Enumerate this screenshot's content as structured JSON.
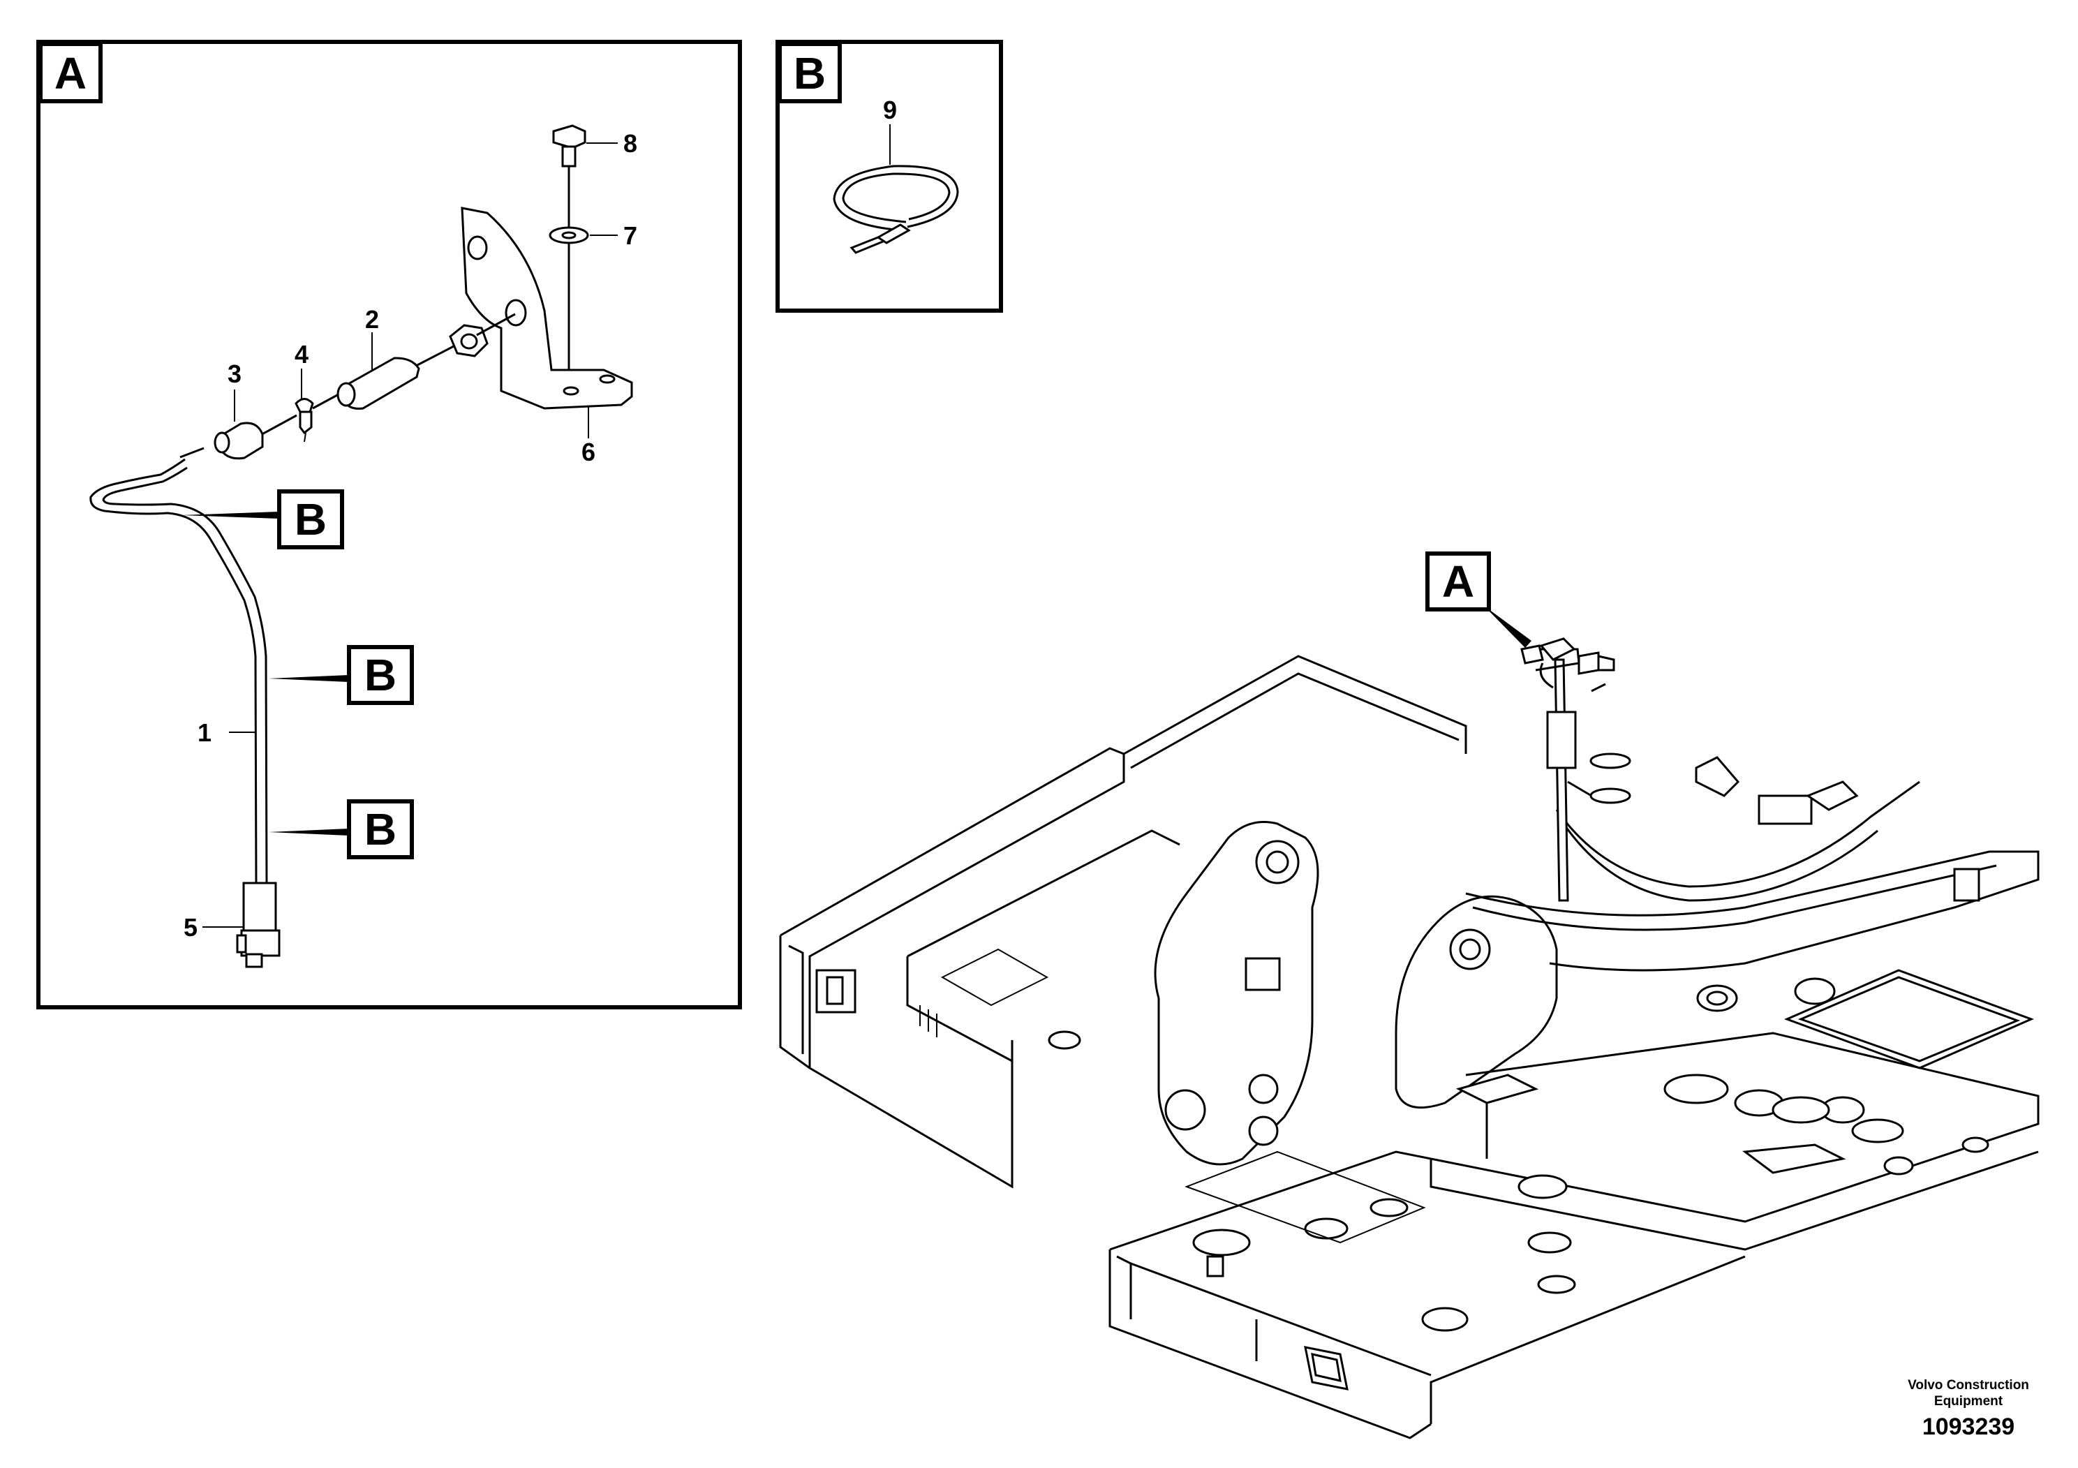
{
  "panel_a": {
    "label": "A",
    "callouts": {
      "c1": "1",
      "c2": "2",
      "c3": "3",
      "c4": "4",
      "c5": "5",
      "c6": "6",
      "c7": "7",
      "c8": "8"
    },
    "b_tags": [
      "B",
      "B",
      "B"
    ]
  },
  "panel_b": {
    "label": "B",
    "callouts": {
      "c9": "9"
    }
  },
  "overview": {
    "label": "A"
  },
  "footer": {
    "company_line1": "Volvo Construction",
    "company_line2": "Equipment",
    "drawing_number": "1093239"
  }
}
